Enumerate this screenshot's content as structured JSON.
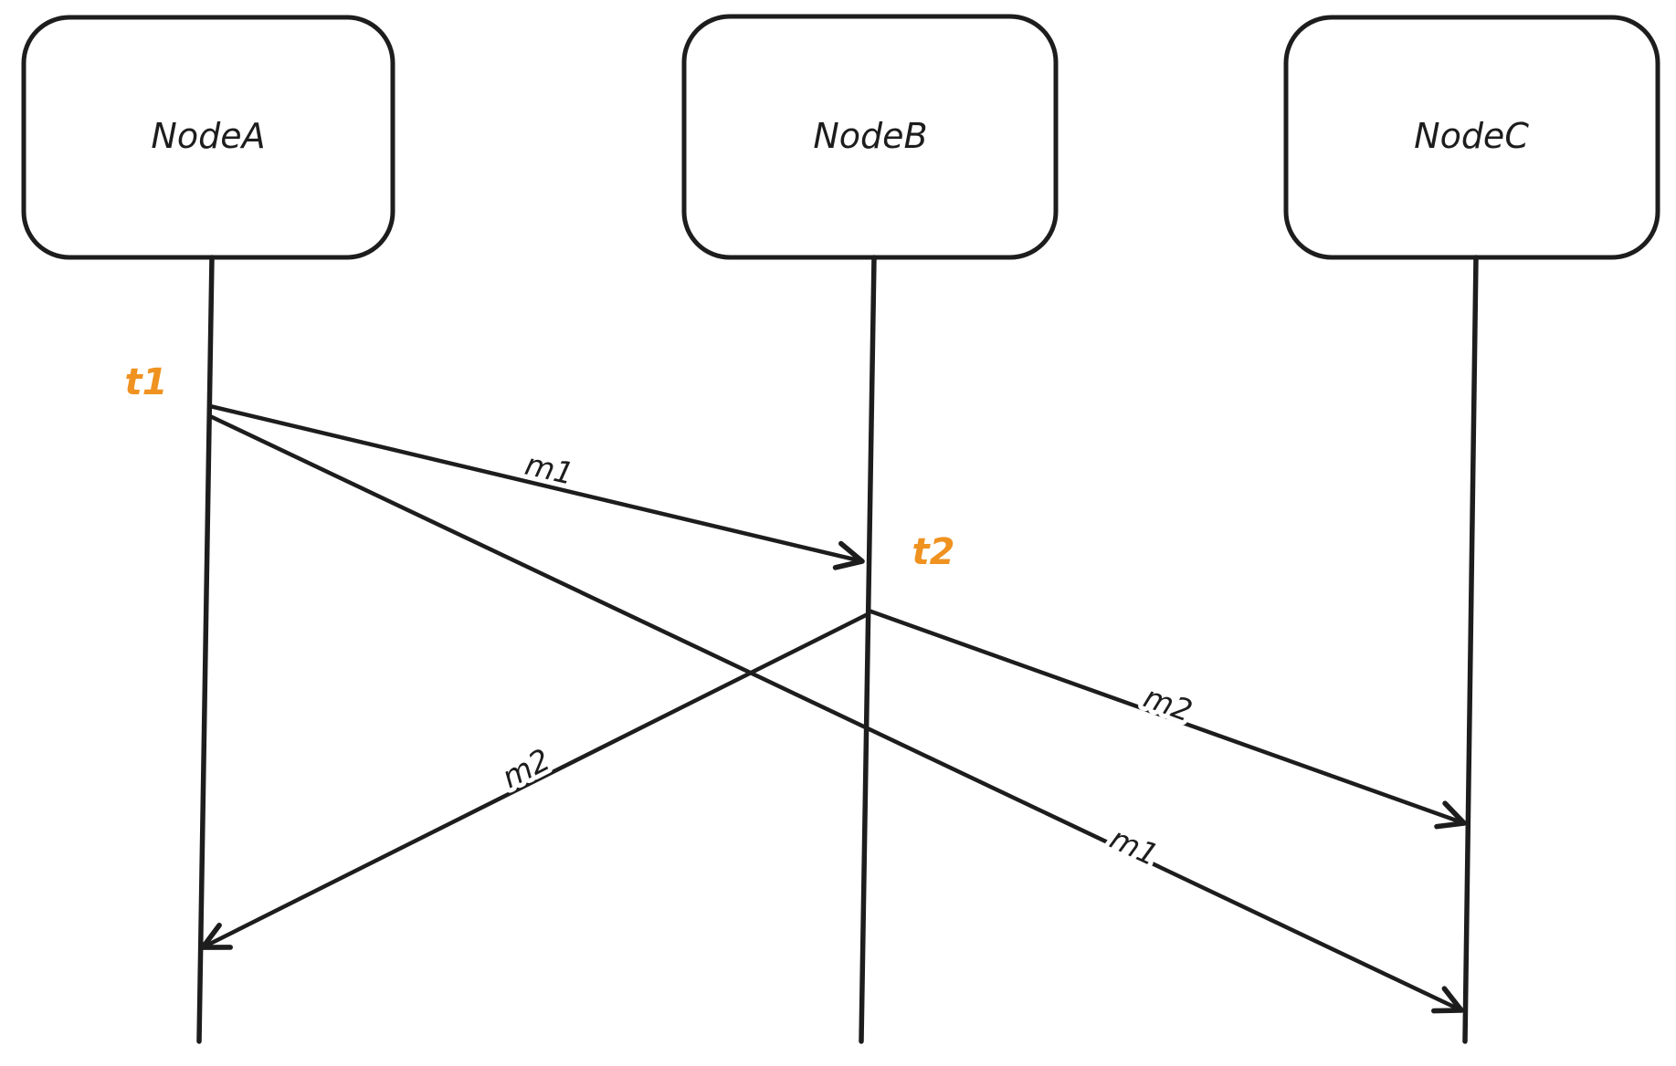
{
  "diagram": {
    "type": "sequence-diagram",
    "nodes": [
      {
        "label": "NodeA"
      },
      {
        "label": "NodeB"
      },
      {
        "label": "NodeC"
      }
    ],
    "time_labels": [
      {
        "label": "t1",
        "on": "NodeA"
      },
      {
        "label": "t2",
        "on": "NodeB"
      }
    ],
    "messages": [
      {
        "label": "m1",
        "from": "NodeA",
        "at": "t1",
        "to": "NodeB"
      },
      {
        "label": "m1",
        "from": "NodeA",
        "at": "t1",
        "to": "NodeC"
      },
      {
        "label": "m2",
        "from": "NodeB",
        "at": "t2",
        "to": "NodeC"
      },
      {
        "label": "m2",
        "from": "NodeB",
        "at": "t2",
        "to": "NodeA"
      }
    ],
    "colors": {
      "stroke": "#1d1d1d",
      "accent": "#f09220",
      "background": "#ffffff"
    }
  }
}
